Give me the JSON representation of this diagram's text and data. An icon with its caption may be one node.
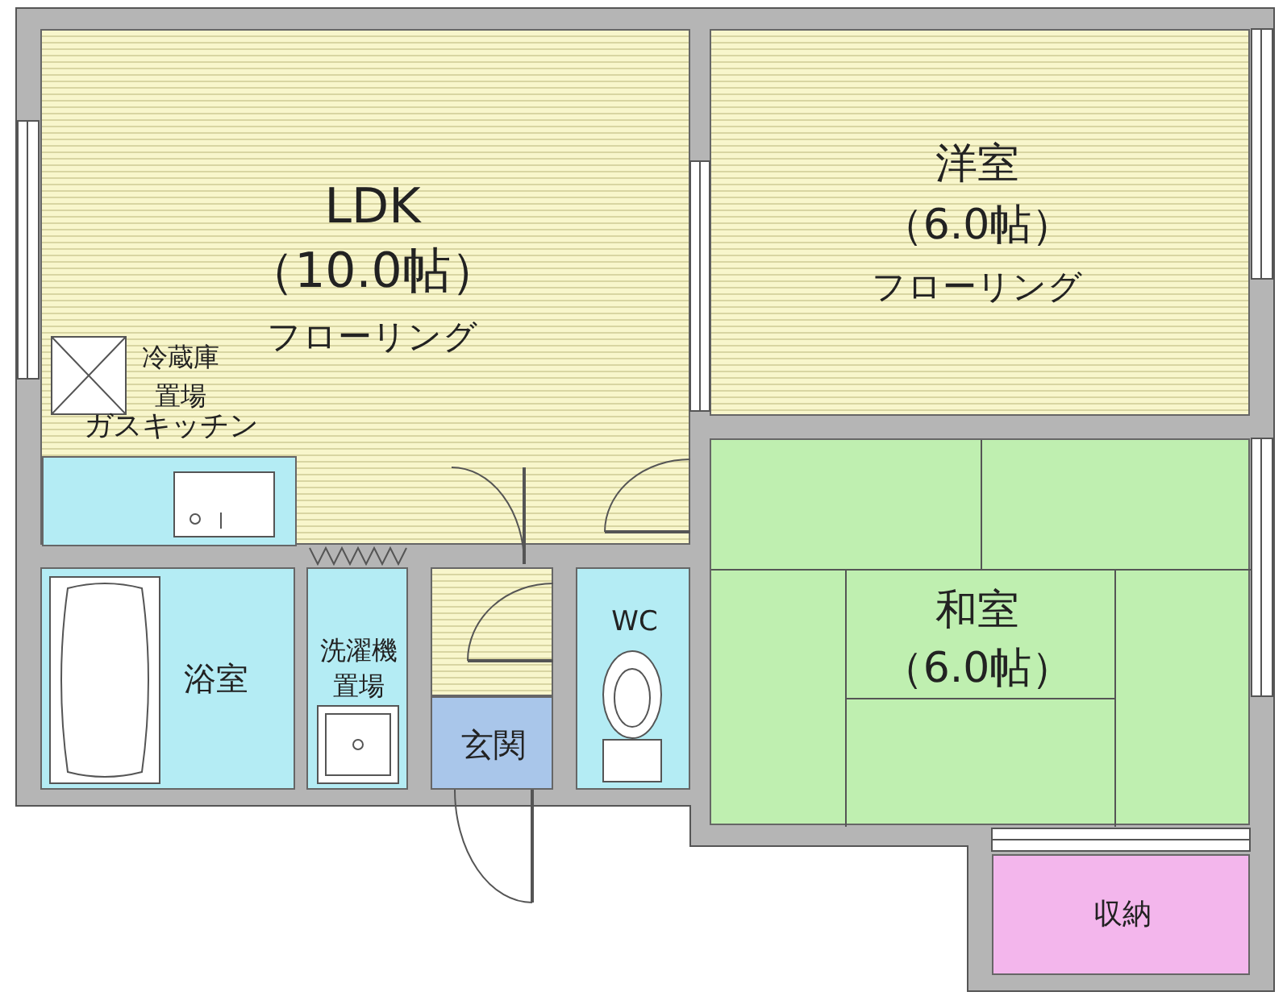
{
  "diagram": {
    "nodes": [
      {
        "text": [
          "LDK",
          "（10.0帖）",
          "フローリング"
        ]
      },
      {
        "text": [
          "冷蔵庫置場"
        ],
        "in": 0
      },
      {
        "text": [
          "ガスキッチン"
        ],
        "in": 0
      },
      {
        "text": [
          "洋室",
          "（6.0帖）",
          "フローリング"
        ]
      },
      {
        "text": [
          "和室",
          "（6.0帖）"
        ]
      },
      {
        "text": [
          "浴室"
        ]
      },
      {
        "text": [
          "洗濯機置場"
        ]
      },
      {
        "text": [],
        "shape": "box"
      },
      {
        "text": [
          "WC"
        ]
      },
      {
        "text": [
          "玄関"
        ]
      },
      {
        "text": [
          "収納"
        ]
      }
    ]
  }
}
